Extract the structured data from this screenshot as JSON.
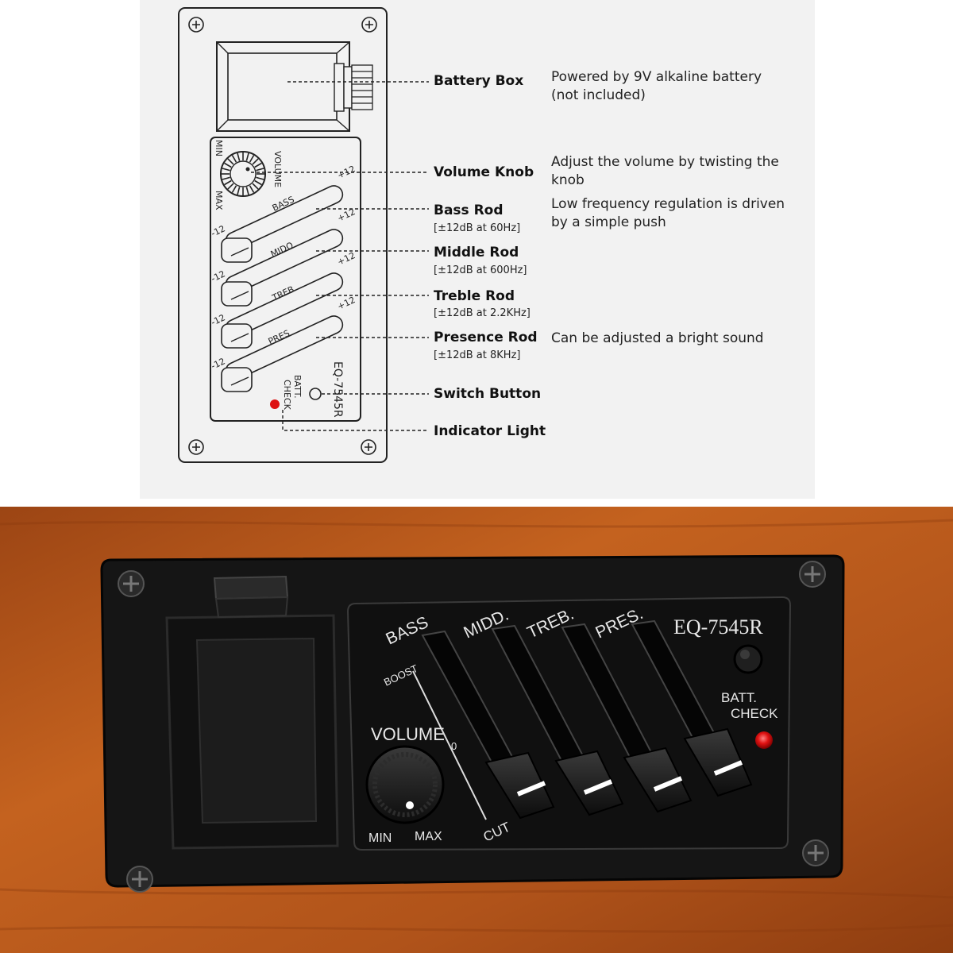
{
  "labels": {
    "battery_box": "Battery Box",
    "volume_knob": "Volume Knob",
    "bass_rod": "Bass Rod",
    "bass_range": "[±12dB at 60Hz]",
    "middle_rod": "Middle Rod",
    "middle_range": "[±12dB at 600Hz]",
    "treble_rod": "Treble Rod",
    "treble_range": "[±12dB at 2.2KHz]",
    "presence_rod": "Presence Rod",
    "presence_range": "[±12dB at 8KHz]",
    "switch_button": "Switch Button",
    "indicator_light": "Indicator Light"
  },
  "descriptions": {
    "battery_line1": "Powered by 9V alkaline battery",
    "battery_line2": "(not included)",
    "volume": "Adjust the volume by twisting the knob",
    "bass": "Low frequency regulation is driven by a simple push",
    "presence": "Can be adjusted a bright sound"
  },
  "diagram": {
    "min": "MIN",
    "max": "MAX",
    "volume": "VOLUME",
    "bass": "BASS",
    "mid": "MIDO",
    "treb": "TREB",
    "pres": "PRES",
    "plus12": "+12",
    "minus12": "-12",
    "batt": "BATT.",
    "check": "CHECK",
    "model": "EQ-7545R"
  },
  "photo": {
    "bass": "BASS",
    "midd": "MIDD.",
    "treb": "TREB.",
    "pres": "PRES.",
    "model": "EQ-7545R",
    "boost": "BOOST",
    "cut": "CUT",
    "zero": "0",
    "volume": "VOLUME",
    "min": "MIN",
    "max": "MAX",
    "batt": "BATT.",
    "check": "CHECK"
  },
  "colors": {
    "panel_bg": "#f2f2f2",
    "indicator_red": "#dd1111",
    "wood": "#b5561b",
    "plate": "#161616"
  }
}
